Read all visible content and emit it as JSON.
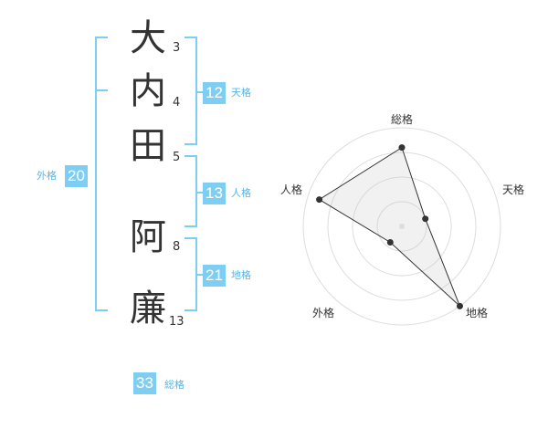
{
  "name": {
    "chars": [
      {
        "char": "大",
        "strokes": "3"
      },
      {
        "char": "内",
        "strokes": "4"
      },
      {
        "char": "田",
        "strokes": "5"
      },
      {
        "char": "阿",
        "strokes": "8"
      },
      {
        "char": "廉",
        "strokes": "13"
      }
    ]
  },
  "kaku": {
    "tenkaku": {
      "value": "12",
      "label": "天格"
    },
    "jinkaku": {
      "value": "13",
      "label": "人格"
    },
    "chikaku": {
      "value": "21",
      "label": "地格"
    },
    "gaikaku": {
      "value": "20",
      "label": "外格"
    },
    "soukaku": {
      "value": "33",
      "label": "総格"
    }
  },
  "radar": {
    "axes": [
      "総格",
      "天格",
      "地格",
      "外格",
      "人格"
    ],
    "values": [
      0.8,
      0.25,
      1.0,
      0.2,
      0.88
    ],
    "rings": 4
  },
  "colors": {
    "accent": "#7ecef4",
    "bracket": "#7ecef4",
    "kaku_text": "#5ab4e6"
  }
}
